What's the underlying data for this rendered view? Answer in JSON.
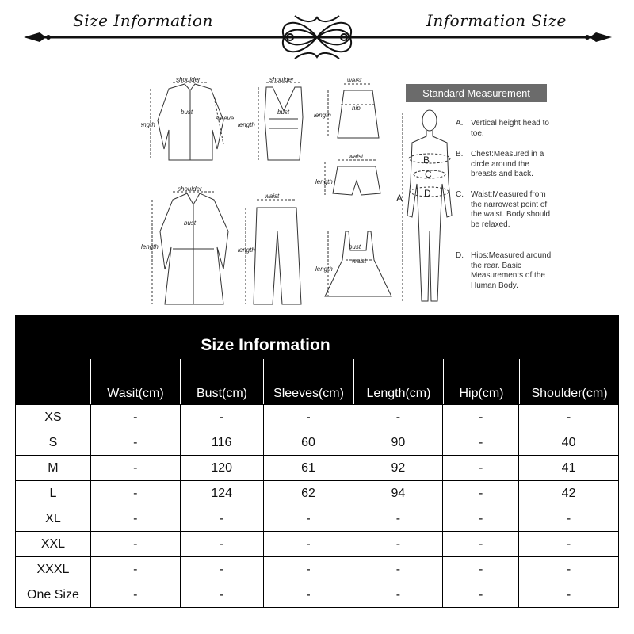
{
  "banner": {
    "left_text": "Size Information",
    "right_text": "Information Size"
  },
  "illustration": {
    "labels": {
      "shoulder": "shoulder",
      "bust": "bust",
      "sleeve": "sleeve",
      "length": "length",
      "waist": "waist",
      "hip": "hip"
    },
    "standard_title": "Standard Measurement",
    "body_letters": [
      "A",
      "B",
      "C",
      "D"
    ],
    "notes": [
      {
        "key": "A.",
        "text": "Vertical height head to toe."
      },
      {
        "key": "B.",
        "text": "Chest:Measured in a circle around the breasts and back."
      },
      {
        "key": "C.",
        "text": "Waist:Measured from the narrowest point of the waist. Body should be relaxed."
      },
      {
        "key": "D.",
        "text": "Hips:Measured around the rear. Basic Measurements of the Human Body."
      }
    ]
  },
  "table": {
    "title": "Size Information",
    "columns": [
      "Wasit(cm)",
      "Bust(cm)",
      "Sleeves(cm)",
      "Length(cm)",
      "Hip(cm)",
      "Shoulder(cm)"
    ],
    "rows": [
      {
        "size": "XS",
        "cells": [
          "-",
          "-",
          "-",
          "-",
          "-",
          "-"
        ]
      },
      {
        "size": "S",
        "cells": [
          "-",
          "116",
          "60",
          "90",
          "-",
          "40"
        ]
      },
      {
        "size": "M",
        "cells": [
          "-",
          "120",
          "61",
          "92",
          "-",
          "41"
        ]
      },
      {
        "size": "L",
        "cells": [
          "-",
          "124",
          "62",
          "94",
          "-",
          "42"
        ]
      },
      {
        "size": "XL",
        "cells": [
          "-",
          "-",
          "-",
          "-",
          "-",
          "-"
        ]
      },
      {
        "size": "XXL",
        "cells": [
          "-",
          "-",
          "-",
          "-",
          "-",
          "-"
        ]
      },
      {
        "size": "XXXL",
        "cells": [
          "-",
          "-",
          "-",
          "-",
          "-",
          "-"
        ]
      },
      {
        "size": "One Size",
        "cells": [
          "-",
          "-",
          "-",
          "-",
          "-",
          "-"
        ]
      }
    ]
  }
}
